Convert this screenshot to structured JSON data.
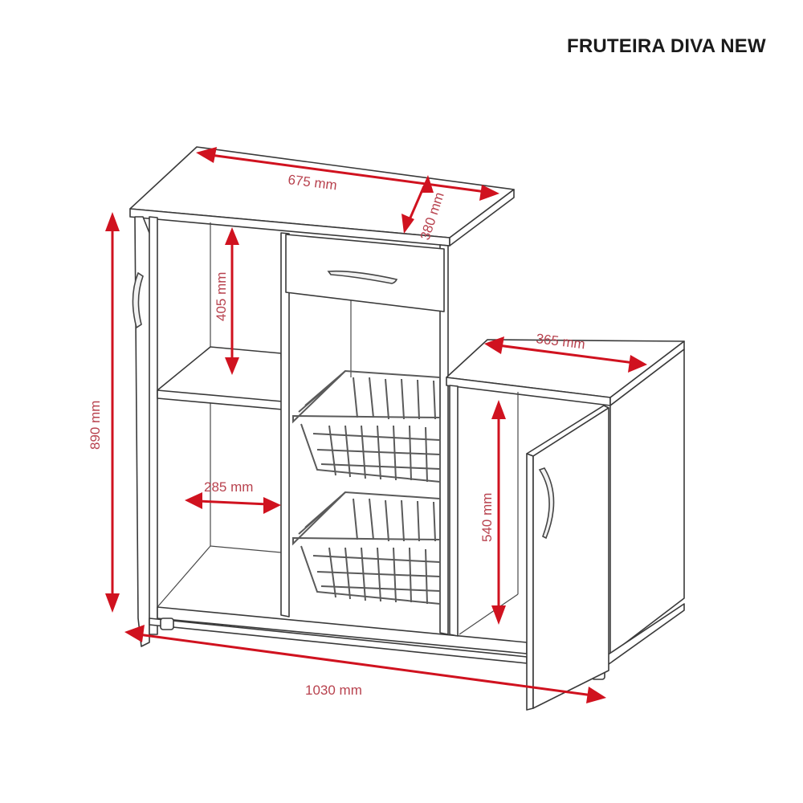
{
  "title": "FRUTEIRA DIVA NEW",
  "colors": {
    "dimension": "#d0121f",
    "line": "#3a3a3a",
    "background": "#ffffff"
  },
  "dimensions": {
    "top_width": "675 mm",
    "top_depth": "380 mm",
    "side_top_width": "365 mm",
    "total_height": "890 mm",
    "upper_niche_height": "405 mm",
    "niche_width": "285 mm",
    "side_cabinet_height": "540 mm",
    "total_width": "1030 mm"
  }
}
